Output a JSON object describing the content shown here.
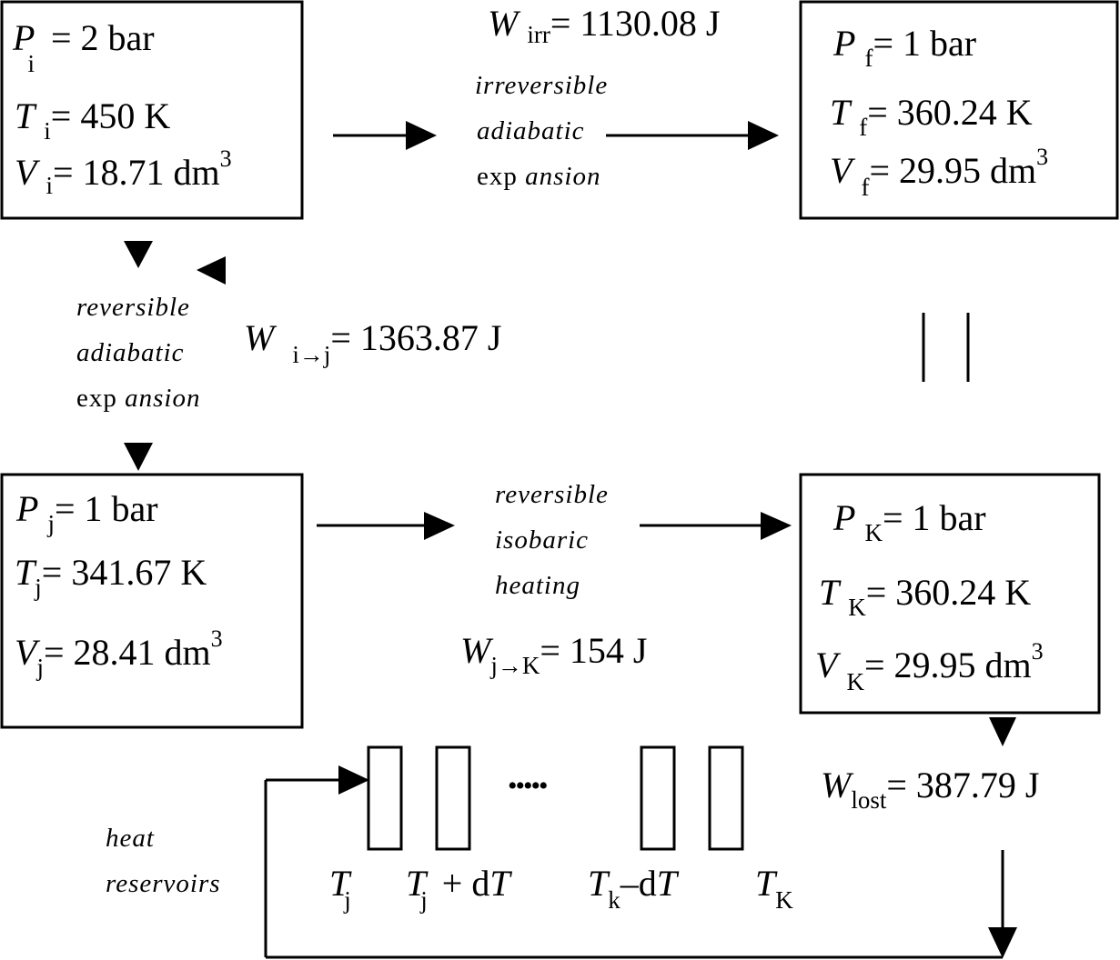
{
  "state_i": {
    "P_sym": "P",
    "P_sub": "i",
    "P_val": "= 2 bar",
    "T_sym": "T",
    "T_sub": "i",
    "T_val": "= 450 K",
    "V_sym": "V",
    "V_sub": "i",
    "V_val": "= 18.71 dm",
    "V_exp": "3"
  },
  "state_f": {
    "P_sym": "P",
    "P_sub": "f",
    "P_val": "= 1 bar",
    "T_sym": "T",
    "T_sub": "f",
    "T_val": "= 360.24 K",
    "V_sym": "V",
    "V_sub": "f",
    "V_val": "= 29.95 dm",
    "V_exp": "3"
  },
  "state_j": {
    "P_sym": "P",
    "P_sub": "j",
    "P_val": "= 1 bar",
    "T_sym": "T",
    "T_sub": "j",
    "T_val": "= 341.67 K",
    "V_sym": "V",
    "V_sub": "j",
    "V_val": "= 28.41 dm",
    "V_exp": "3"
  },
  "state_k": {
    "P_sym": "P",
    "P_sub": "K",
    "P_val": "= 1 bar",
    "T_sym": "T",
    "T_sub": "K",
    "T_val": "= 360.24 K",
    "V_sym": "V",
    "V_sub": "K",
    "V_val": "= 29.95 dm",
    "V_exp": "3"
  },
  "w_irr": {
    "sym": "W",
    "sub": "irr",
    "val": "= 1130.08 J"
  },
  "w_ij": {
    "sym": "W",
    "sub": "i→j",
    "val": "= 1363.87 J"
  },
  "w_jk": {
    "sym": "W",
    "sub": "j→K",
    "val": "= 154 J"
  },
  "w_lost": {
    "sym": "W",
    "sub": "lost",
    "val": "= 387.79 J"
  },
  "proc_irr": {
    "l1": "irreversible",
    "l2": "adiabatic",
    "l3a": "exp",
    "l3b": "ansion"
  },
  "proc_rev": {
    "l1": "reversible",
    "l2": "adiabatic",
    "l3a": "exp",
    "l3b": "ansion"
  },
  "proc_iso": {
    "l1": "reversible",
    "l2": "isobaric",
    "l3": "heating"
  },
  "heat_res": {
    "l1": "heat",
    "l2": "reservoirs"
  },
  "reservoirs": {
    "dots": "•••••",
    "r1_sym": "T",
    "r1_sub": "j",
    "r2_sym": "T",
    "r2_sub": "j",
    "r2_rest": "+ d",
    "r2_T": "T",
    "r3_sym": "T",
    "r3_sub": "k",
    "r3_rest": "–d",
    "r3_T": "T",
    "r4_sym": "T",
    "r4_sub": "K"
  }
}
